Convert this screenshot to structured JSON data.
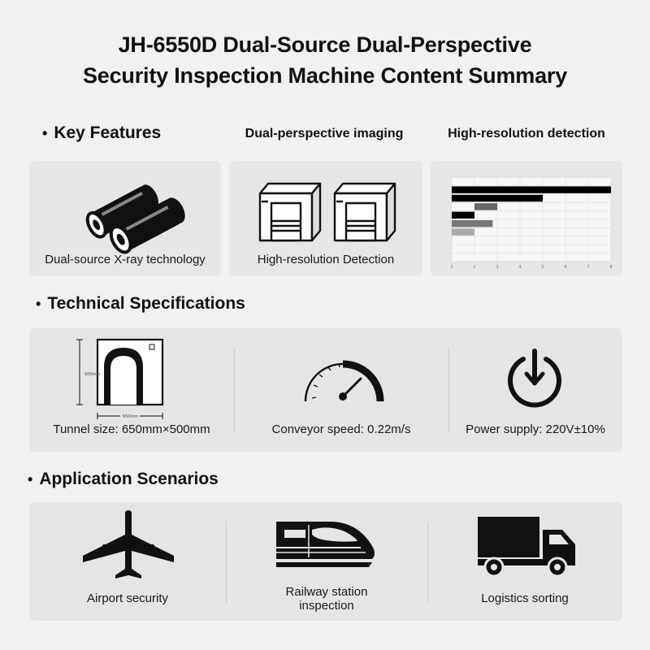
{
  "title": {
    "line1": "JH-6550D Dual-Source Dual-Perspective",
    "line2": "Security Inspection Machine Content Summary"
  },
  "key_features": {
    "heading": "Key Features",
    "col2_heading": "Dual-perspective imaging",
    "col3_heading": "High-resolution detection",
    "cards": [
      {
        "caption": "Dual-source X-ray technology",
        "icon": "dual-cylinder-icon"
      },
      {
        "caption": "High-resolution Detection",
        "icon": "scanner-machines-icon"
      },
      {
        "caption": "",
        "icon": "resolution-chart"
      }
    ]
  },
  "technical_specs": {
    "heading": "Technical Specifications",
    "items": [
      {
        "caption": "Tunnel size: 650mm×500mm",
        "icon": "tunnel-diagram-icon",
        "dim_height": "500mm",
        "dim_width": "650mm"
      },
      {
        "caption": "Conveyor speed: 0.22m/s",
        "icon": "speedometer-icon"
      },
      {
        "caption": "Power supply: 220V±10%",
        "icon": "power-icon"
      }
    ]
  },
  "applications": {
    "heading": "Application Scenarios",
    "items": [
      {
        "caption": "Airport security",
        "icon": "airplane-icon"
      },
      {
        "caption_line1": "Railway station",
        "caption_line2": "inspection",
        "icon": "train-icon"
      },
      {
        "caption": "Logistics sorting",
        "icon": "truck-icon"
      }
    ]
  },
  "chart_data": {
    "type": "bar",
    "orientation": "horizontal",
    "title": "",
    "xlabel": "",
    "ylabel": "",
    "x_ticks": [
      "1",
      "2",
      "3",
      "4",
      "5",
      "6",
      "7",
      "8"
    ],
    "xlim": [
      1,
      8
    ],
    "rows": [
      {
        "start": 1,
        "end": 8,
        "shade": "#000000"
      },
      {
        "start": 1,
        "end": 5,
        "shade": "#000000"
      },
      {
        "start": 2,
        "end": 3,
        "shade": "#666666"
      },
      {
        "start": 1,
        "end": 2,
        "shade": "#000000"
      },
      {
        "start": 1,
        "end": 2.8,
        "shade": "#777777"
      },
      {
        "start": 1,
        "end": 2,
        "shade": "#aaaaaa"
      }
    ],
    "grid": true
  }
}
